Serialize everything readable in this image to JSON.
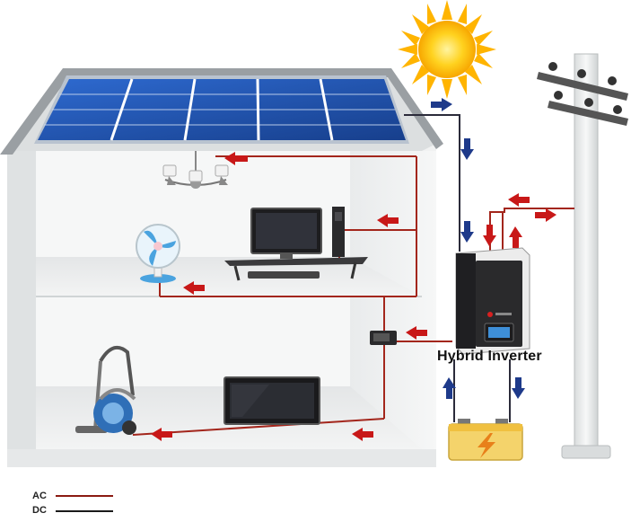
{
  "inverter": {
    "title": "Hybrid Inverter"
  },
  "legend": {
    "ac_label": "AC",
    "dc_label": "DC",
    "ac_color": "#8b1a12",
    "dc_color": "#1a1a1a"
  },
  "colors": {
    "ac_line": "#a3261c",
    "dc_line": "#2b2b3a",
    "ac_arrow": "#c81818",
    "dc_arrow": "#1e3a8a",
    "sun": "#ffc21a",
    "panel": "#1f4fa8",
    "battery": "#f4d36b"
  },
  "icons": [
    "sun-icon",
    "solar-panel-icon",
    "chandelier-icon",
    "computer-icon",
    "fan-icon",
    "vacuum-icon",
    "tv-icon",
    "inverter-icon",
    "battery-icon",
    "utility-pole-icon",
    "meter-icon"
  ]
}
